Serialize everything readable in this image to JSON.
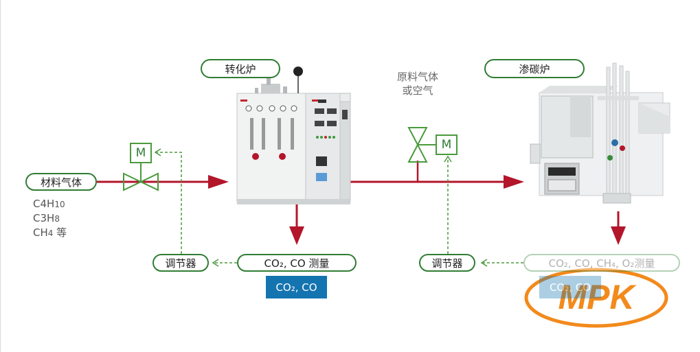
{
  "labels": {
    "converter": "转化炉",
    "carburizer": "渗碳炉",
    "material_gas": "材料气体",
    "raw_gas": "原料气体\n或空气",
    "regulator_left": "调节器",
    "regulator_right": "调节器",
    "measure_left": "CO₂, CO 测量",
    "measure_right": "CO₂, CO, CH₄, O₂测量",
    "readout_left": "CO₂, CO",
    "readout_right": "CO₂, CO"
  },
  "formulas": [
    "C4H10",
    "C3H8",
    "CH4 等"
  ],
  "valve_label": "M",
  "logo_text": "MPK",
  "colors": {
    "pipe": "#b3152b",
    "signal": "#4a9a3c",
    "pill_border": "#2e7d32",
    "readout_bg": "#1474b0",
    "logo": "#f28a1c"
  }
}
